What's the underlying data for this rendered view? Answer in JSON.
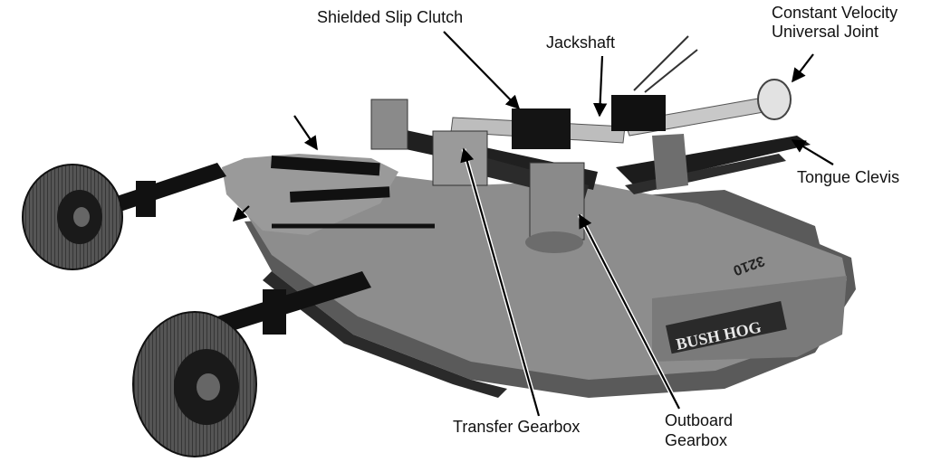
{
  "labels": {
    "shielded_slip_clutch": "Shielded Slip Clutch",
    "jackshaft": "Jackshaft",
    "cv_joint_line1": "Constant Velocity",
    "cv_joint_line2": "Universal Joint",
    "tongue_clevis": "Tongue Clevis",
    "transfer_gearbox": "Transfer Gearbox",
    "outboard_gearbox_line1": "Outboard",
    "outboard_gearbox_line2": "Gearbox"
  },
  "deck": {
    "model_number": "3210",
    "brand": "BUSH HOG"
  },
  "colors": {
    "deck": "#8d8d8d",
    "frame": "#1c1c1c",
    "tire": "#3a3a3a",
    "label_text": "#111111"
  }
}
